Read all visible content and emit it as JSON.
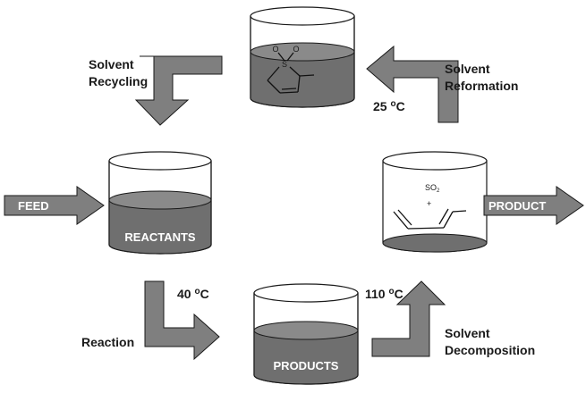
{
  "labels": {
    "solvent_recycling_1": "Solvent",
    "solvent_recycling_2": "Recycling",
    "solvent_reformation_1": "Solvent",
    "solvent_reformation_2": "Reformation",
    "temp_25": "25 ",
    "temp_25_sup": "o",
    "temp_25_unit": "C",
    "feed": "FEED",
    "product": "PRODUCT",
    "reactants": "REACTANTS",
    "products": "PRODUCTS",
    "temp_40": "40 ",
    "temp_40_sup": "o",
    "temp_40_unit": "C",
    "temp_110": "110 ",
    "temp_110_sup": "o",
    "temp_110_unit": "C",
    "reaction": "Reaction",
    "solvent_decomposition_1": "Solvent",
    "solvent_decomposition_2": "Decomposition",
    "so2_main": "SO",
    "so2_sub": "2",
    "plus": "+",
    "atom_s": "S",
    "atom_o1": "O",
    "atom_o2": "O"
  },
  "colors": {
    "liquid": "#6f6f6f",
    "liquid_top": "#8a8a8a",
    "arrow_fill": "#7f7f7f",
    "outline": "#1a1a1a"
  }
}
